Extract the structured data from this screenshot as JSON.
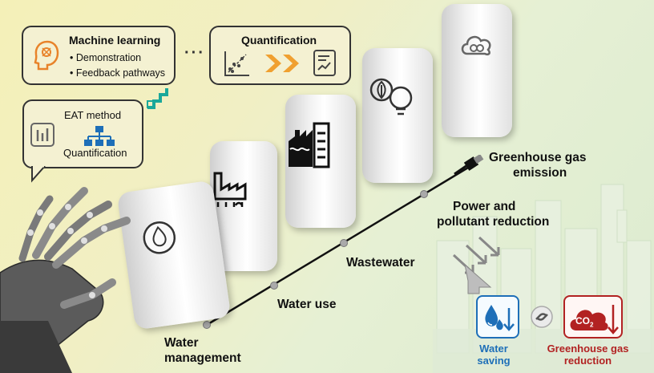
{
  "machine_learning": {
    "title": "Machine learning",
    "items": [
      "• Demonstration",
      "• Feedback pathways"
    ]
  },
  "connector": "···",
  "quantification_box": {
    "title": "Quantification"
  },
  "eat": {
    "title": "EAT method",
    "quantification": "Quantification"
  },
  "pathway": {
    "water_management": [
      "Water",
      "management"
    ],
    "water_use": "Water use",
    "wastewater": "Wastewater",
    "power": [
      "Power and",
      "pollutant reduction"
    ],
    "greenhouse": [
      "Greenhouse gas",
      "emission"
    ]
  },
  "outcomes": {
    "water_saving": [
      "Water",
      "saving"
    ],
    "co2_label": "CO",
    "co2_sub": "2",
    "ghg_reduction": [
      "Greenhouse gas",
      "reduction"
    ]
  },
  "colors": {
    "blue": "#1e6fb8",
    "red": "#b22222",
    "orange": "#e8832a",
    "teal": "#1aa89a"
  },
  "icons": [
    "brain-head-icon",
    "scatter-plot-icon",
    "chevron-arrows-icon",
    "report-chart-icon",
    "bar-chart-icon",
    "hierarchy-icon",
    "factory-icon",
    "wastewater-plant-icon",
    "leaf-bulb-icon",
    "co2-cloud-icon",
    "usb-cable-icon",
    "water-drop-icon",
    "link-icon",
    "co2-cloud-down-icon",
    "robot-hand-icon",
    "city-skyline-icon"
  ]
}
